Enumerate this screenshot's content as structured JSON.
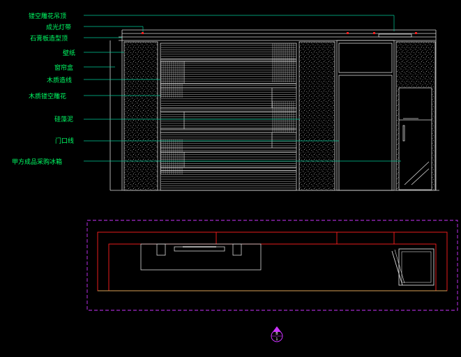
{
  "elevation": {
    "annotations": [
      {
        "id": "a1",
        "text": "镂空雕花吊顶"
      },
      {
        "id": "a2",
        "text": "成光灯带"
      },
      {
        "id": "a3",
        "text": "石膏板造型顶"
      },
      {
        "id": "a4",
        "text": "壁纸"
      },
      {
        "id": "a5",
        "text": "窗帘盒"
      },
      {
        "id": "a6",
        "text": "木质造线"
      },
      {
        "id": "a7",
        "text": "木质镂空雕花"
      },
      {
        "id": "a8",
        "text": "硅藻泥"
      },
      {
        "id": "a9",
        "text": "门口线"
      },
      {
        "id": "a10",
        "text": "甲方成品采购冰箱"
      }
    ]
  },
  "section_marker": {
    "top": "B",
    "bottom": "1"
  },
  "colors": {
    "background": "#000000",
    "line": "#d8d8d8",
    "leader": "#00cc99",
    "label": "#00ff66",
    "red": "#ff2020",
    "magenta": "#cc33ff",
    "dim": "#cccc66"
  }
}
